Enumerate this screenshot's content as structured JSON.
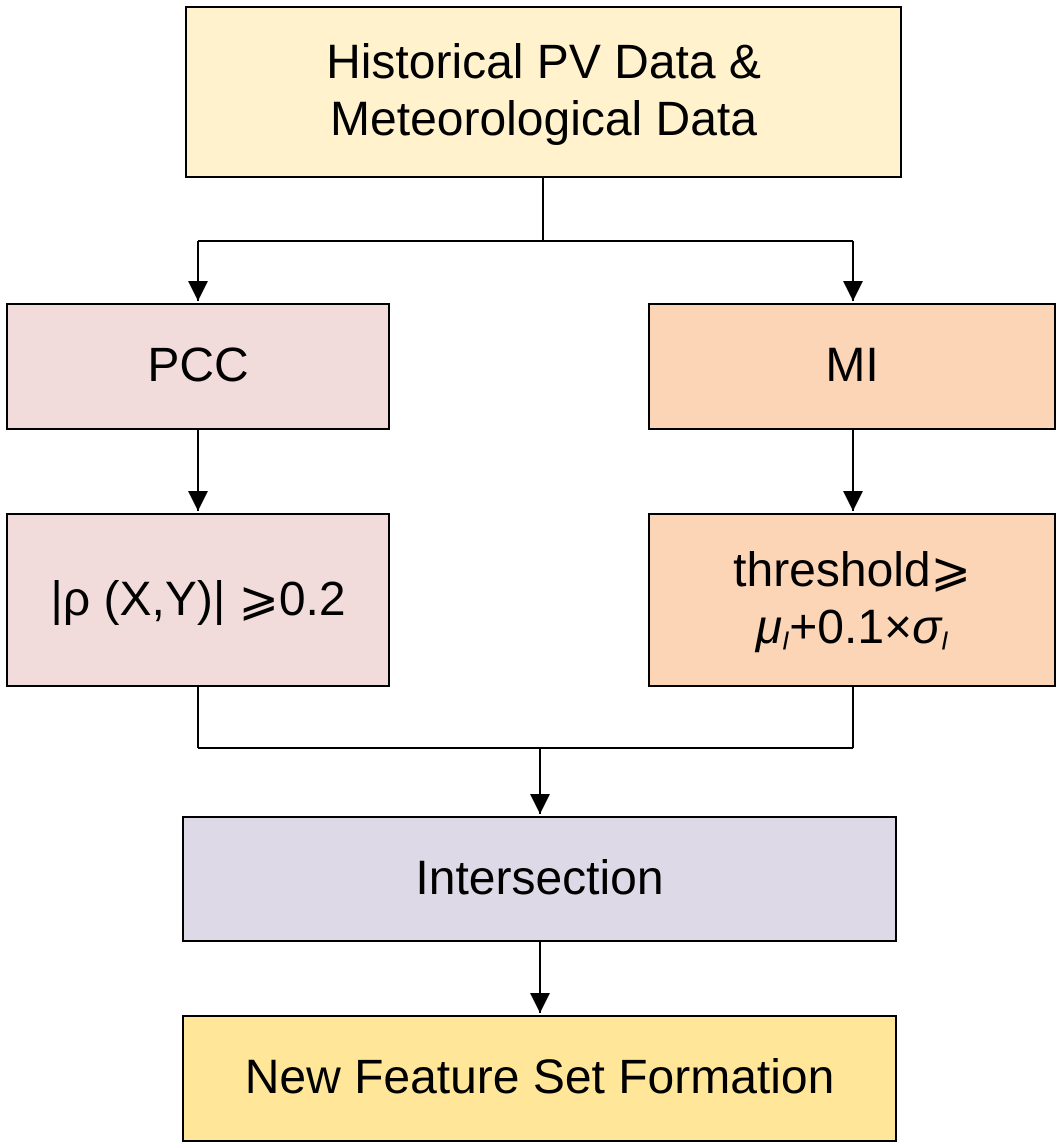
{
  "colors": {
    "input_fill": "#FFF2CC",
    "pcc_fill": "#F2DCDB",
    "mi_fill": "#FBD5B5",
    "intersection_fill": "#DED9E6",
    "output_fill": "#FFE699",
    "stroke": "#000000"
  },
  "nodes": {
    "input": {
      "line1": "Historical PV Data &",
      "line2": "Meteorological Data"
    },
    "pcc": {
      "label": "PCC"
    },
    "mi": {
      "label": "MI"
    },
    "pcc_threshold": {
      "label": "|ρ (X,Y)| ⩾0.2"
    },
    "mi_threshold": {
      "line1": "threshold⩾",
      "mu": "μ",
      "mu_sub": "I",
      "mid": "+0.1×",
      "sigma": "σ",
      "sigma_sub": "I"
    },
    "intersection": {
      "label": "Intersection"
    },
    "output": {
      "label": "New Feature Set Formation"
    }
  }
}
